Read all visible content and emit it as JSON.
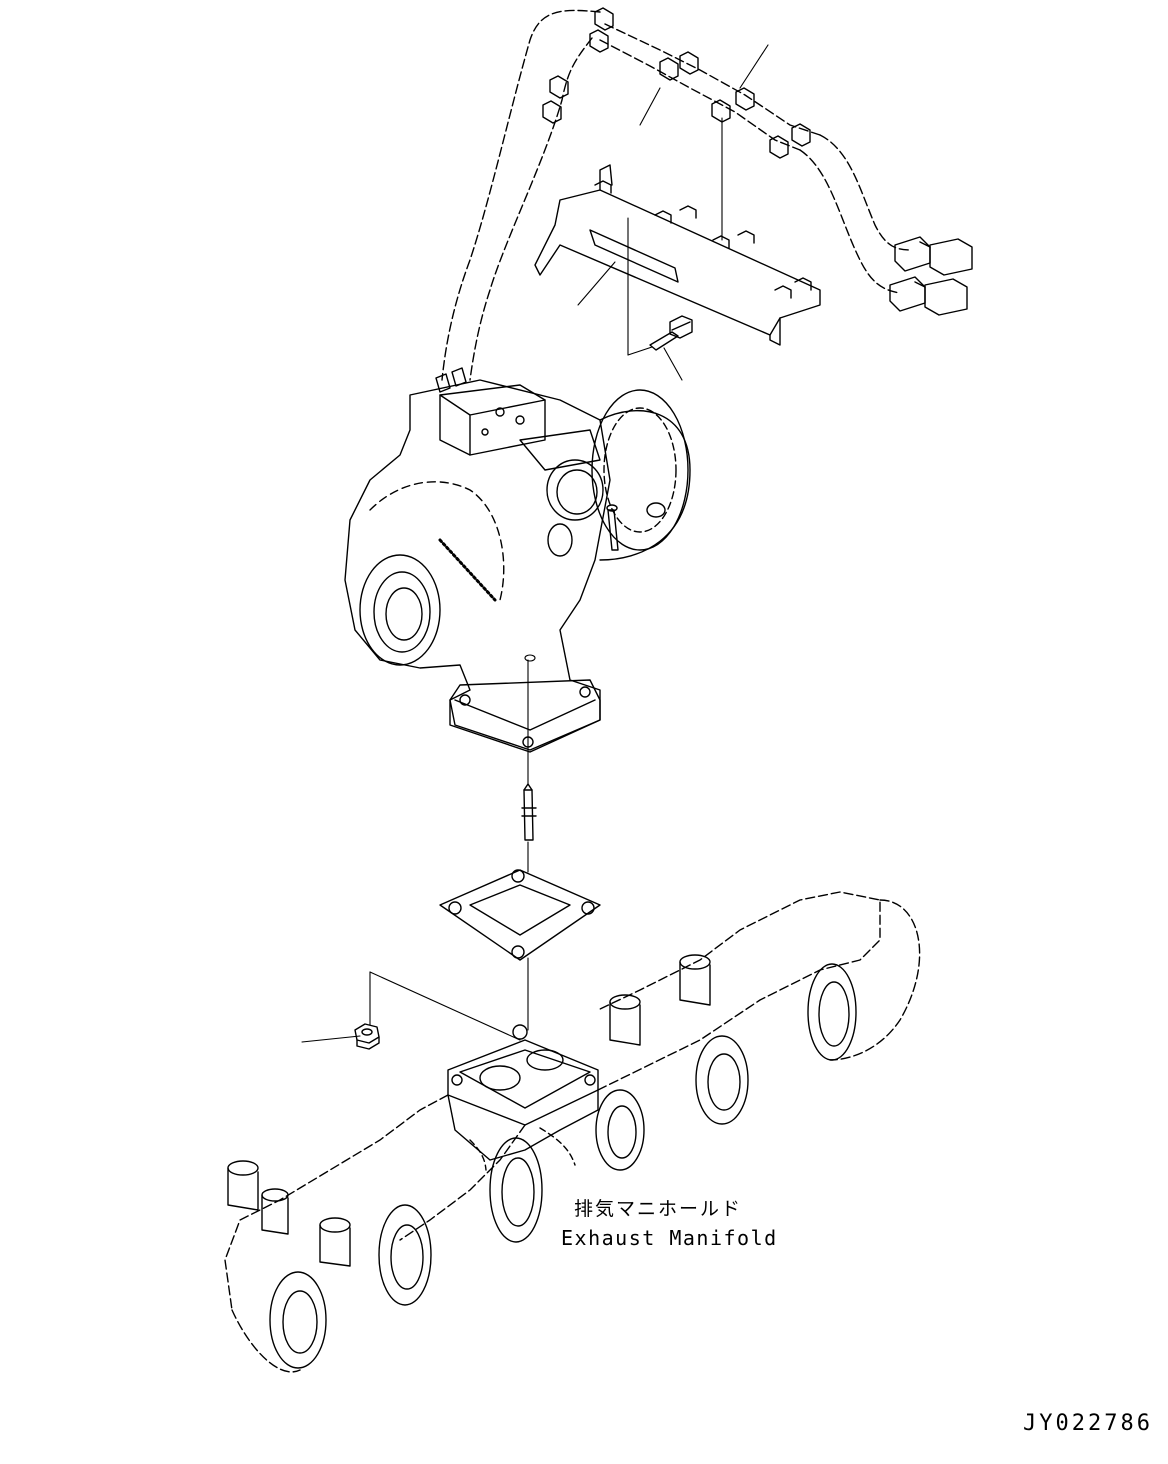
{
  "labels": {
    "part_name_jp": "排気マニホールド",
    "part_name_en": "Exhaust Manifold"
  },
  "drawing_number": "JY022786",
  "colors": {
    "line": "#000000",
    "background": "#ffffff"
  }
}
